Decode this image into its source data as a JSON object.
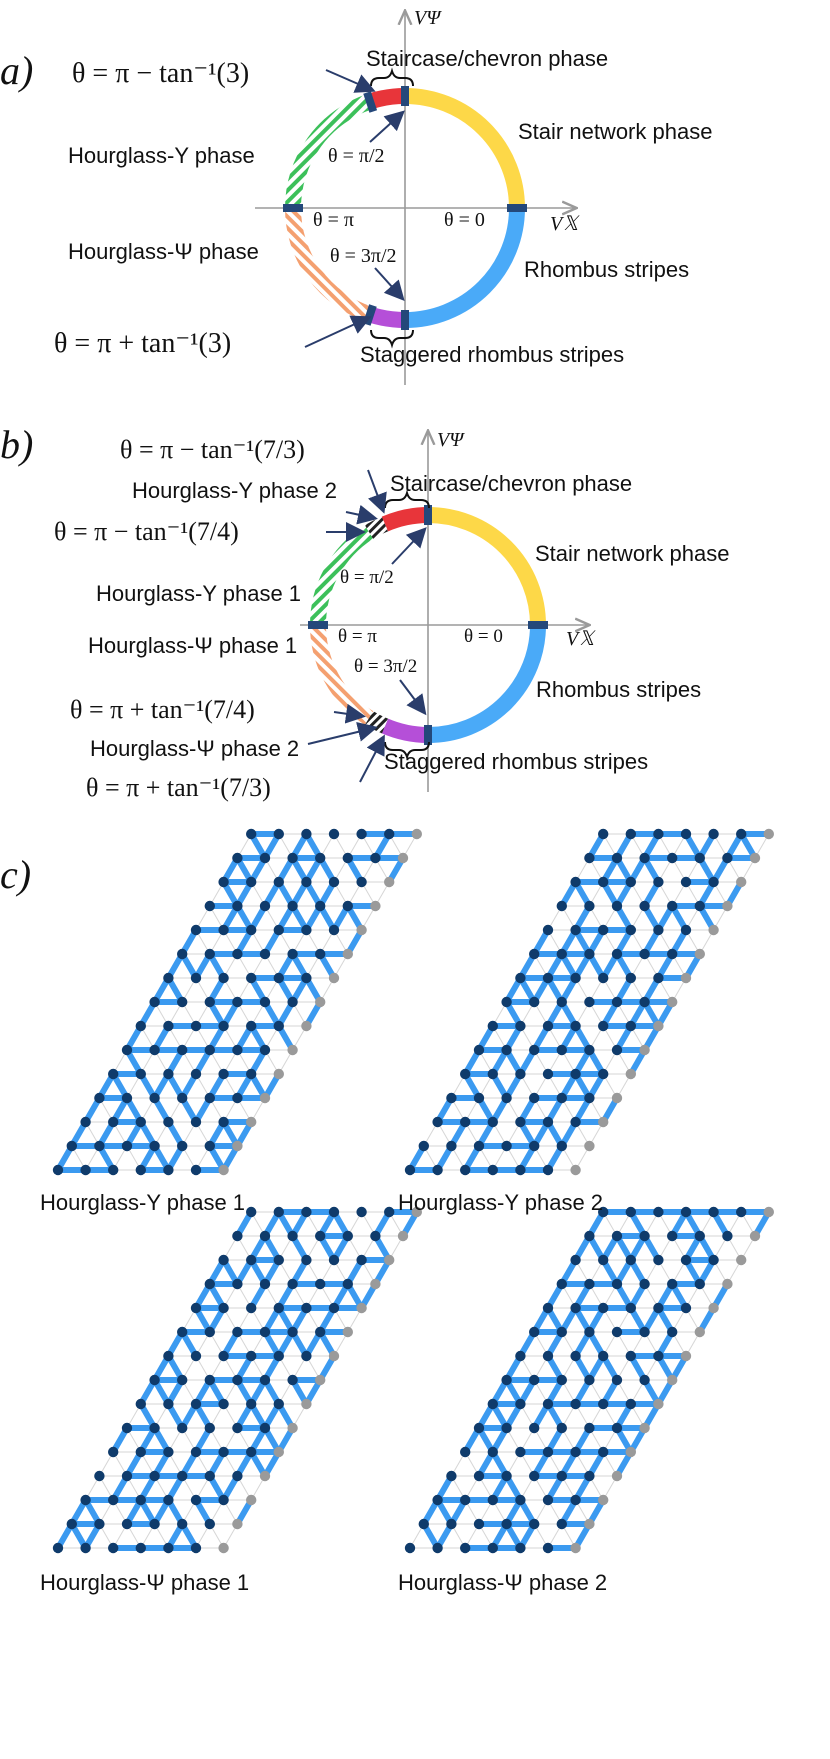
{
  "panel_a": {
    "tag": "a)",
    "axis_y": "VΨ",
    "axis_x": "V𝕏",
    "angle_top": "θ = π − tan⁻¹(3)",
    "angle_bottom": "θ = π + tan⁻¹(3)",
    "theta_half_pi": "θ = π/2",
    "theta_pi": "θ = π",
    "theta_zero": "θ = 0",
    "theta_3half_pi": "θ = 3π/2",
    "staircase": "Staircase/chevron phase",
    "stair_network": "Stair network phase",
    "hourglass_y": "Hourglass-Y phase",
    "hourglass_psi": "Hourglass-Ψ phase",
    "rhombus": "Rhombus stripes",
    "staggered": "Staggered rhombus stripes"
  },
  "panel_b": {
    "tag": "b)",
    "axis_y": "VΨ",
    "axis_x": "V𝕏",
    "angle_top_outer": "θ = π − tan⁻¹(7/3)",
    "angle_top_inner": "θ = π − tan⁻¹(7/4)",
    "angle_bottom_inner": "θ = π + tan⁻¹(7/4)",
    "angle_bottom_outer": "θ = π + tan⁻¹(7/3)",
    "theta_half_pi": "θ = π/2",
    "theta_pi": "θ = π",
    "theta_zero": "θ = 0",
    "theta_3half_pi": "θ = 3π/2",
    "staircase": "Staircase/chevron phase",
    "stair_network": "Stair network phase",
    "hourglass_y2": "Hourglass-Y phase 2",
    "hourglass_y1": "Hourglass-Y phase 1",
    "hourglass_psi1": "Hourglass-Ψ phase 1",
    "hourglass_psi2": "Hourglass-Ψ phase 2",
    "rhombus": "Rhombus stripes",
    "staggered": "Staggered rhombus stripes"
  },
  "panel_c": {
    "tag": "c)",
    "captions": [
      "Hourglass-Y phase 1",
      "Hourglass-Y phase 2",
      "Hourglass-Ψ phase 1",
      "Hourglass-Ψ phase 2"
    ]
  },
  "colors": {
    "staircase": "#e8353a",
    "stair_network": "#fdd848",
    "rhombus": "#4aaaf8",
    "staggered": "#b54fd8",
    "hourglass_y": "#3cc05a",
    "hourglass_psi": "#f4a070",
    "bond": "#3b9af0",
    "node": "#0f3b6b"
  }
}
